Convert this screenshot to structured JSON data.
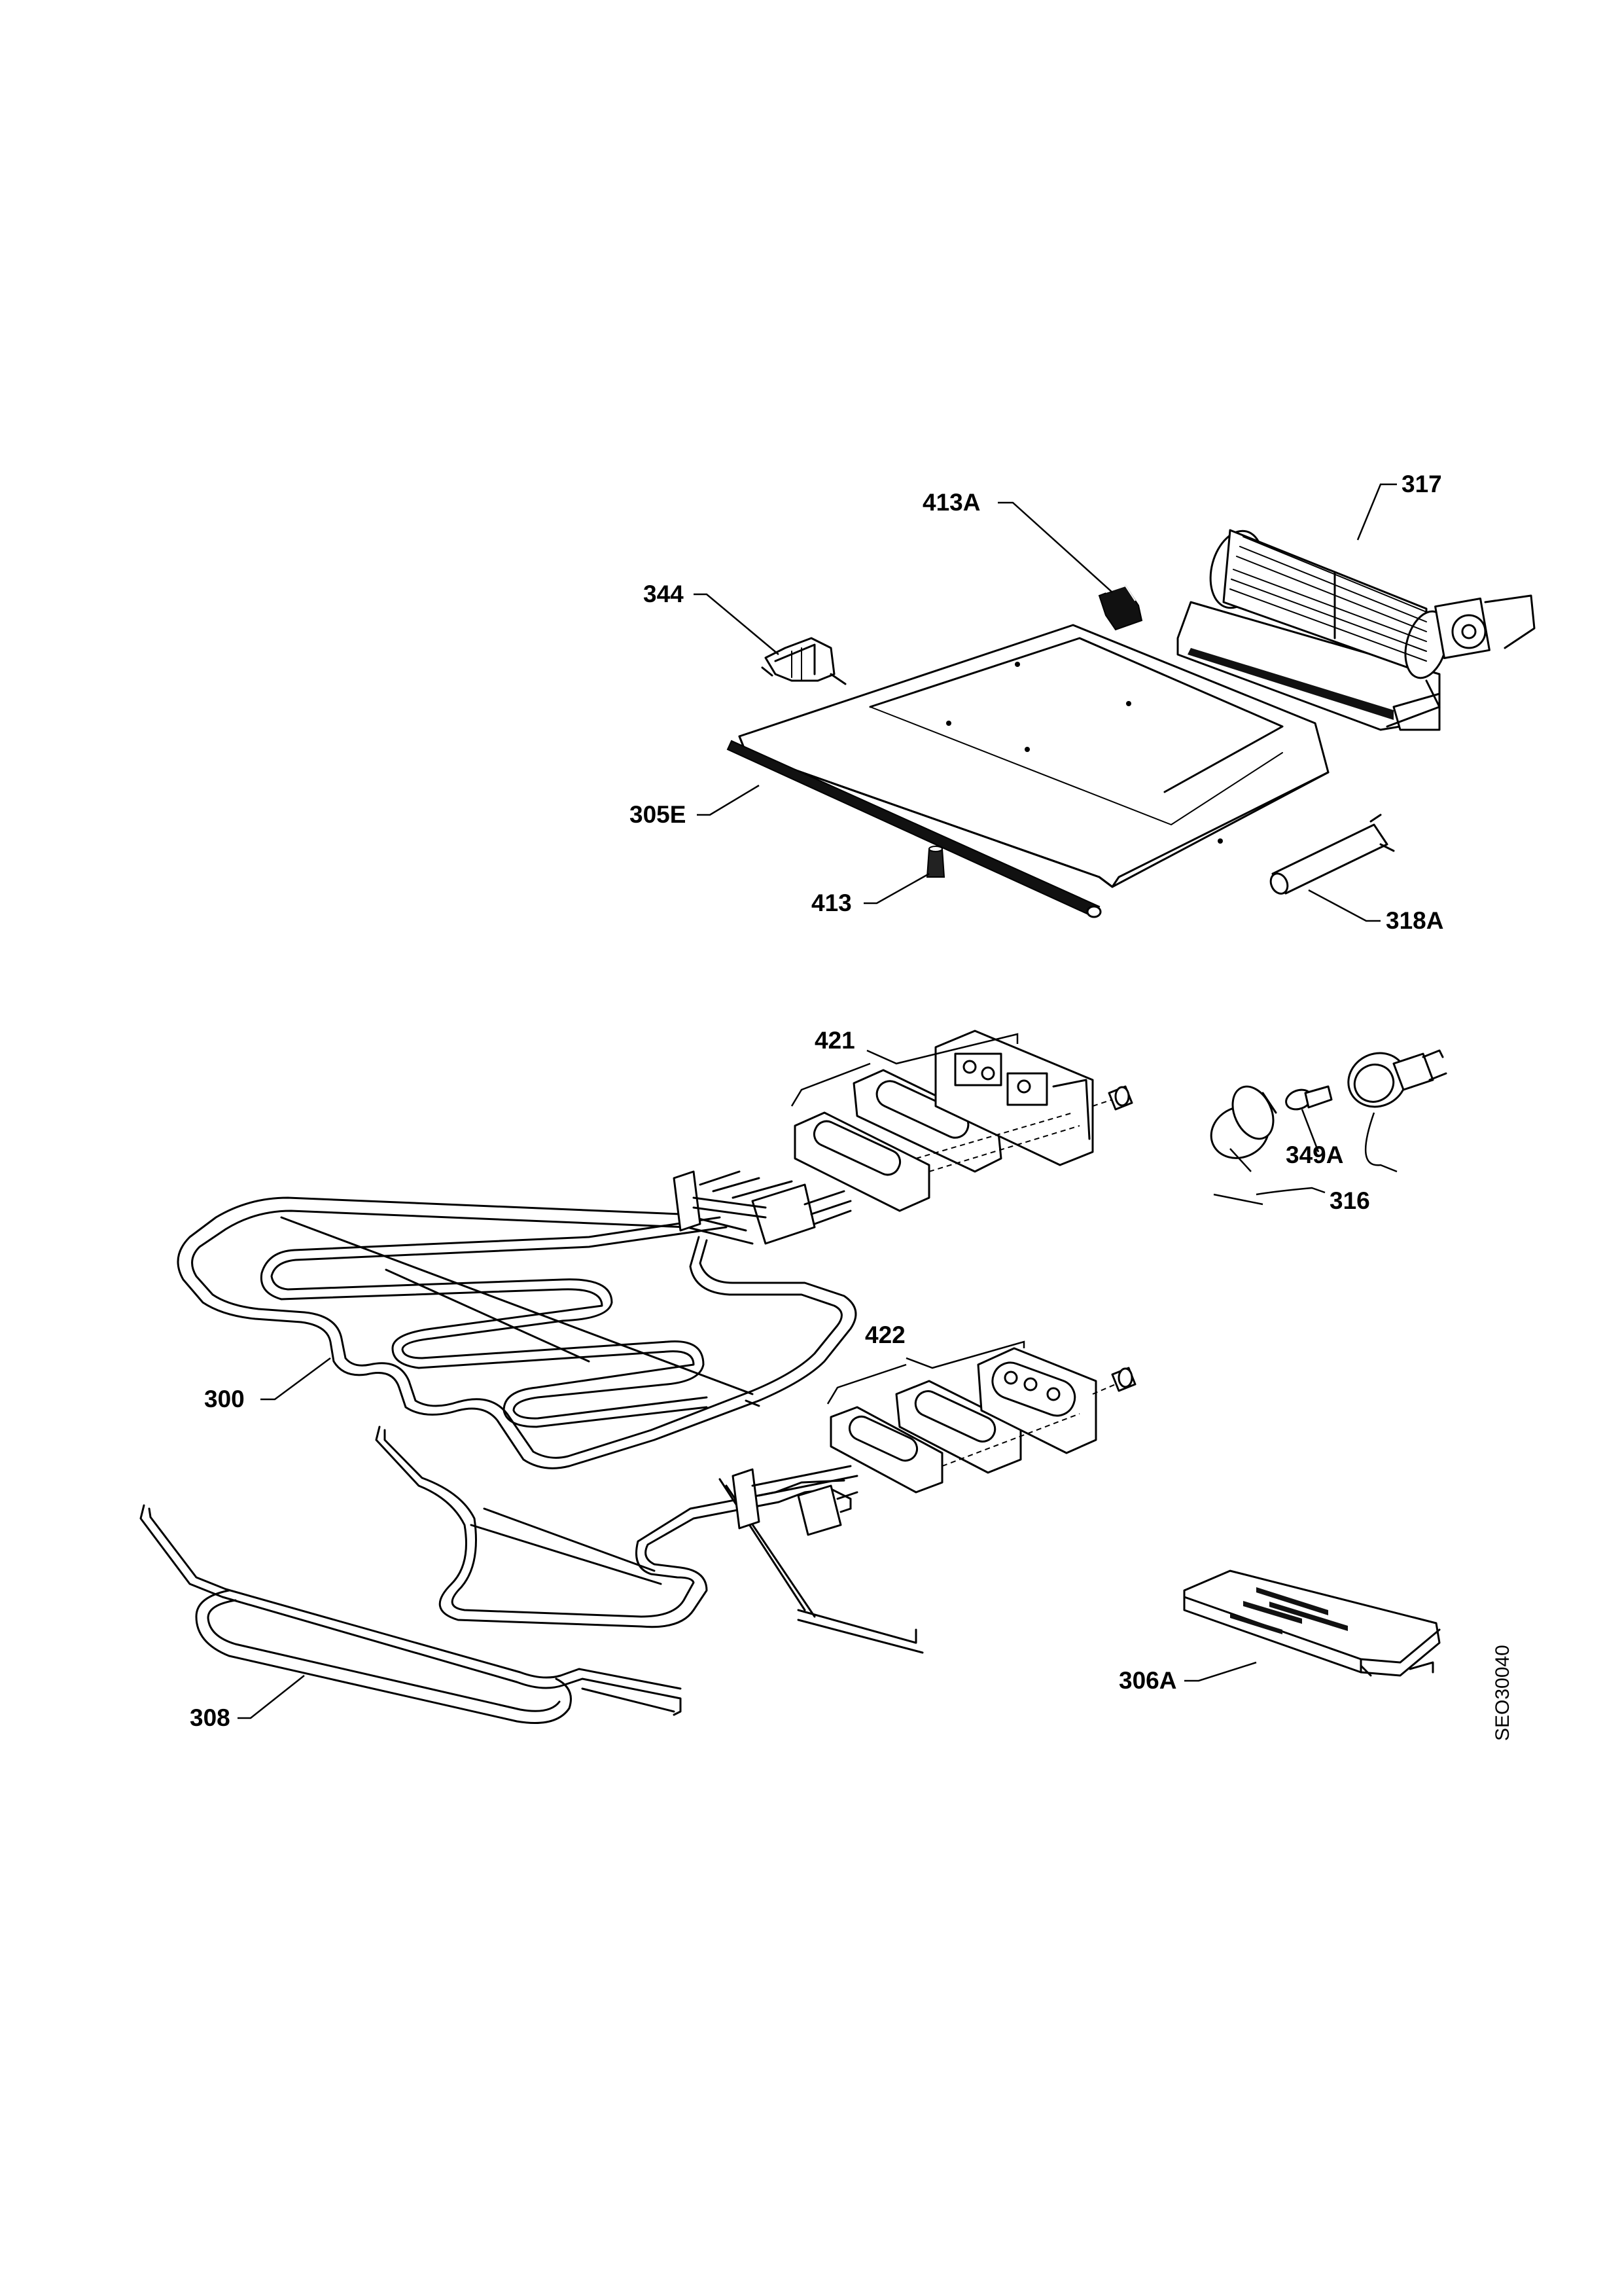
{
  "diagram": {
    "reference_code": "SEO30040",
    "parts": [
      {
        "id": "413A",
        "label": "413A"
      },
      {
        "id": "317",
        "label": "317"
      },
      {
        "id": "344",
        "label": "344"
      },
      {
        "id": "305E",
        "label": "305E"
      },
      {
        "id": "413",
        "label": "413"
      },
      {
        "id": "318A",
        "label": "318A"
      },
      {
        "id": "421",
        "label": "421"
      },
      {
        "id": "349A",
        "label": "349A"
      },
      {
        "id": "316",
        "label": "316"
      },
      {
        "id": "422",
        "label": "422"
      },
      {
        "id": "300",
        "label": "300"
      },
      {
        "id": "308",
        "label": "308"
      },
      {
        "id": "306A",
        "label": "306A"
      }
    ]
  }
}
